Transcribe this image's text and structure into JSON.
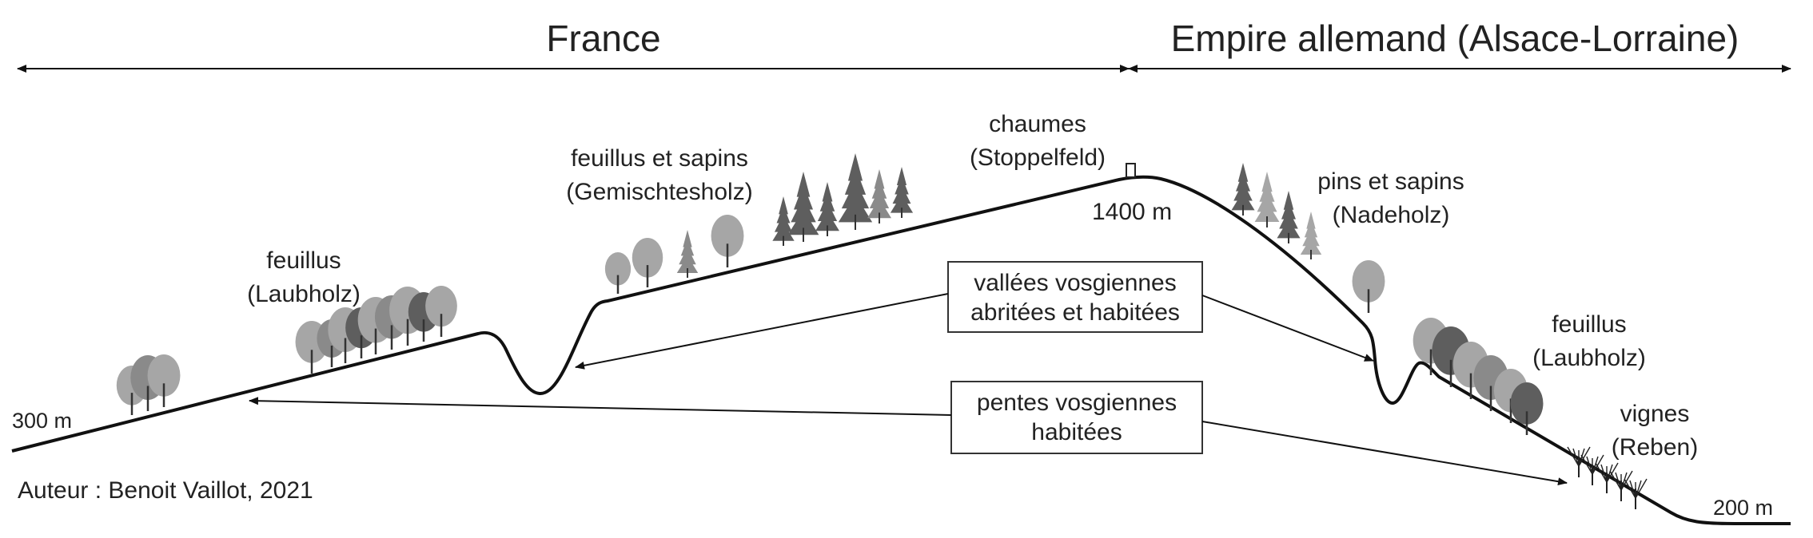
{
  "regions": {
    "left": "France",
    "right": "Empire allemand (Alsace-Lorraine)"
  },
  "altitudes": {
    "low_left": "300 m",
    "summit": "1400 m",
    "low_right": "200 m"
  },
  "vegetation": {
    "feuillus_left": {
      "line1": "feuillus",
      "line2": "(Laubholz)"
    },
    "mixed": {
      "line1": "feuillus et sapins",
      "line2": "(Gemischtesholz)"
    },
    "chaumes": {
      "line1": "chaumes",
      "line2": "(Stoppelfeld)"
    },
    "pins": {
      "line1": "pins et sapins",
      "line2": "(Nadeholz)"
    },
    "feuillus_right": {
      "line1": "feuillus",
      "line2": "(Laubholz)"
    },
    "vignes": {
      "line1": "vignes",
      "line2": "(Reben)"
    }
  },
  "callouts": {
    "vallees": {
      "line1": "vallées vosgiennes",
      "line2": "abritées et habitées"
    },
    "pentes": {
      "line1": "pentes vosgiennes",
      "line2": "habitées"
    }
  },
  "credit": "Auteur : Benoit Vaillot, 2021",
  "colors": {
    "terrain": "#111111",
    "tree_light": "#a6a6a6",
    "tree_mid": "#8a8a8a",
    "tree_dark": "#5e5e5e"
  }
}
